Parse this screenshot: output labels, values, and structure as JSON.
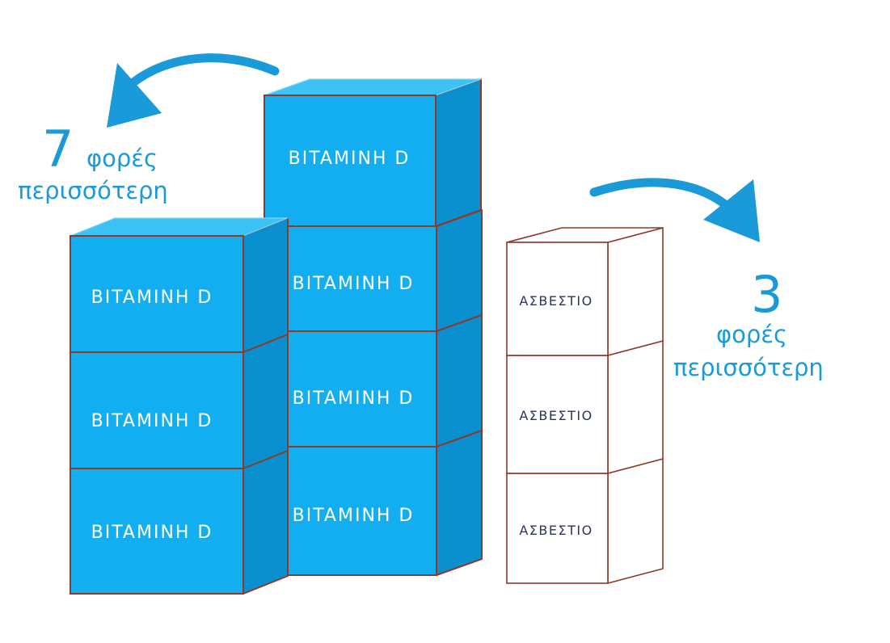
{
  "colors": {
    "vitamin_front": "#12aef0",
    "vitamin_top": "#3cc2f5",
    "vitamin_side": "#0a90cf",
    "calcium_face": "#ffffff",
    "edge": "#8e3a28",
    "accent": "#1a9ad8",
    "calcium_text": "#2a3560"
  },
  "left_stack": {
    "label": "BITAMINH D",
    "count": 3
  },
  "middle_stack": {
    "label": "BITAMINH D",
    "count": 4
  },
  "right_stack": {
    "label": "ΑΣΒΕΣΤΙΟ",
    "count": 3
  },
  "left_caption": {
    "number": "7",
    "line1": "φορές",
    "line2": "περισσότερη"
  },
  "right_caption": {
    "number": "3",
    "line1": "φορές",
    "line2": "περισσότερη"
  },
  "icons": {
    "left_arrow": "curved-arrow-left-down-icon",
    "right_arrow": "curved-arrow-right-down-icon"
  }
}
